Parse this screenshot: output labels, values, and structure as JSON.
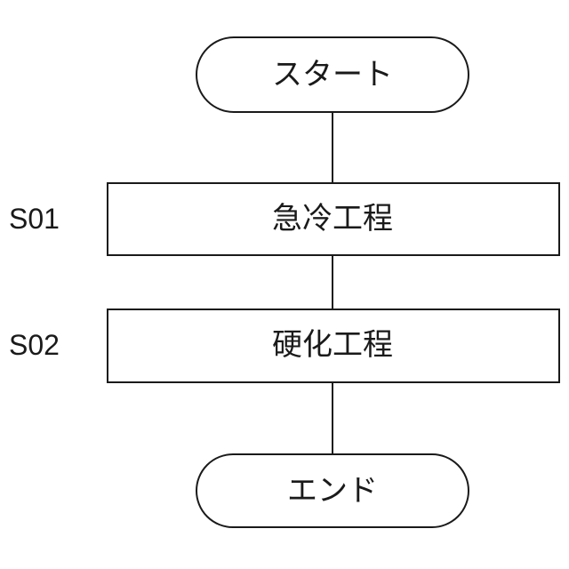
{
  "flowchart": {
    "start": {
      "label": "スタート"
    },
    "steps": [
      {
        "id": "S01",
        "label": "急冷工程"
      },
      {
        "id": "S02",
        "label": "硬化工程"
      }
    ],
    "end": {
      "label": "エンド"
    }
  }
}
